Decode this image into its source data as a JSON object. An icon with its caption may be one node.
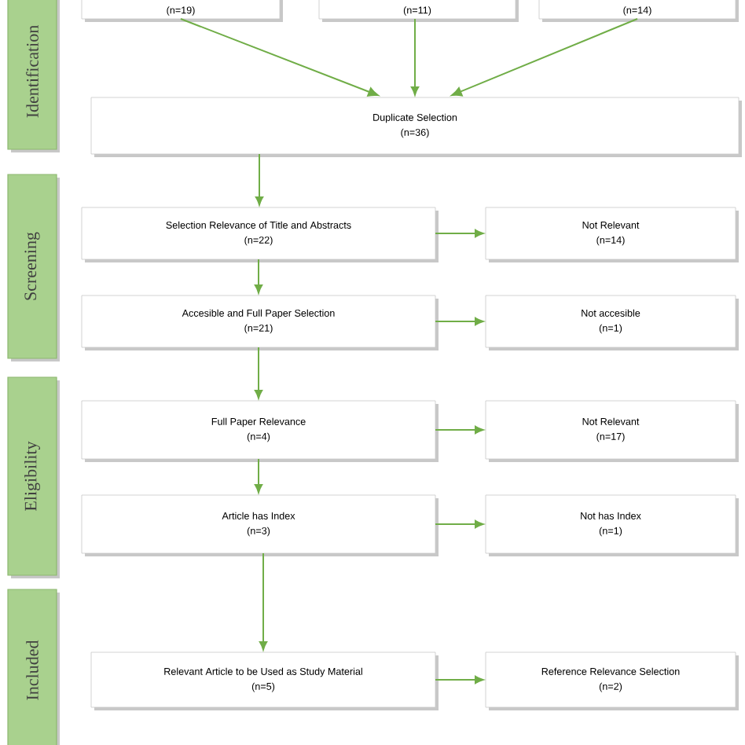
{
  "diagram": {
    "nodes": [
      {
        "text": [
          "(n=19)"
        ]
      },
      {
        "text": [
          "(n=11)"
        ]
      },
      {
        "text": [
          "(n=14)"
        ]
      },
      {
        "text": [
          "Duplicate Selection",
          "(n=36)"
        ]
      },
      {
        "text": [
          "Selection Relevance of Title and Abstracts",
          "(n=22)"
        ]
      },
      {
        "text": [
          "Not Relevant",
          "(n=14)"
        ]
      },
      {
        "text": [
          "Accesible and Full Paper Selection",
          "(n=21)"
        ]
      },
      {
        "text": [
          "Not accesible",
          "(n=1)"
        ]
      },
      {
        "text": [
          "Full Paper Relevance",
          "(n=4)"
        ]
      },
      {
        "text": [
          "Not Relevant",
          "(n=17)"
        ]
      },
      {
        "text": [
          "Article has Index",
          "(n=3)"
        ]
      },
      {
        "text": [
          "Not has Index",
          "(n=1)"
        ]
      },
      {
        "text": [
          "Relevant Article to be Used as Study Material",
          "(n=5)"
        ]
      },
      {
        "text": [
          "Reference Relevance Selection",
          "(n=2)"
        ]
      },
      {
        "text": [
          "Identification"
        ]
      },
      {
        "text": [
          "Screening"
        ]
      },
      {
        "text": [
          "Eligibility"
        ]
      },
      {
        "text": [
          "Included"
        ]
      }
    ],
    "edges": [
      {
        "from": 0,
        "to": 3,
        "arrow": "to"
      },
      {
        "from": 1,
        "to": 3,
        "arrow": "to"
      },
      {
        "from": 2,
        "to": 3,
        "arrow": "to"
      },
      {
        "from": 3,
        "to": 4,
        "arrow": "to"
      },
      {
        "from": 4,
        "to": 5,
        "arrow": "to"
      },
      {
        "from": 4,
        "to": 6,
        "arrow": "to"
      },
      {
        "from": 6,
        "to": 7,
        "arrow": "to"
      },
      {
        "from": 6,
        "to": 8,
        "arrow": "to"
      },
      {
        "from": 8,
        "to": 9,
        "arrow": "to"
      },
      {
        "from": 8,
        "to": 10,
        "arrow": "to"
      },
      {
        "from": 10,
        "to": 11,
        "arrow": "to"
      },
      {
        "from": 10,
        "to": 12,
        "arrow": "to"
      },
      {
        "from": 12,
        "to": 13,
        "arrow": "to"
      }
    ]
  }
}
